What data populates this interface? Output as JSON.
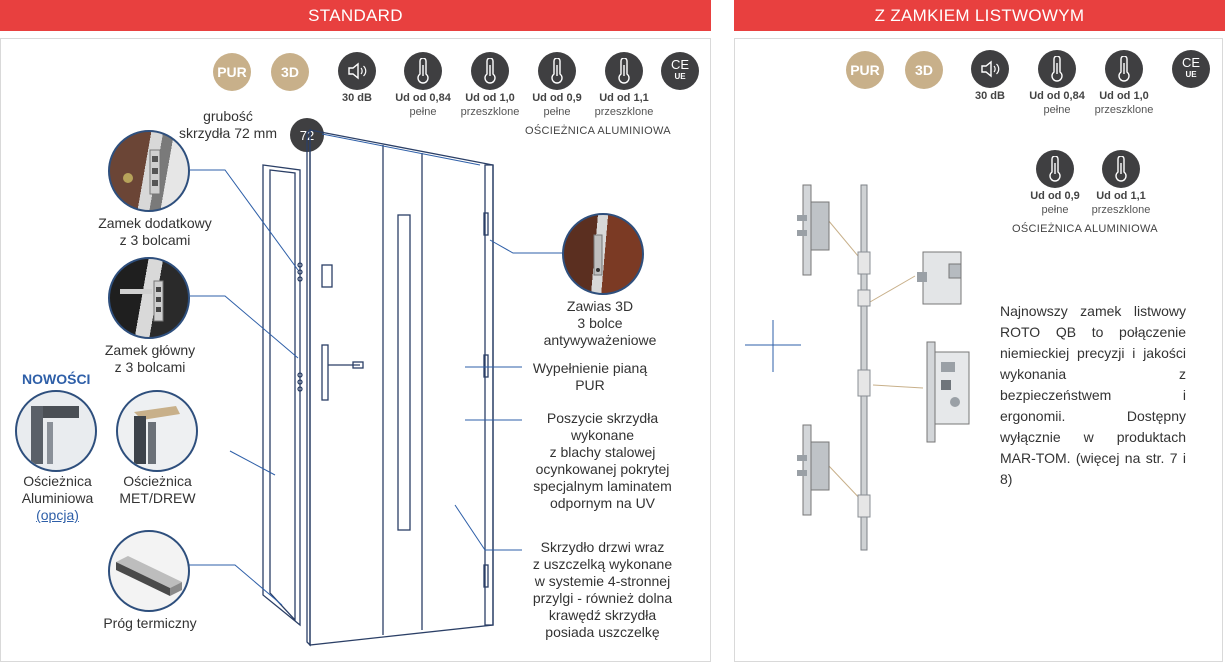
{
  "left": {
    "banner": "STANDARD",
    "badges": [
      "PUR",
      "3D"
    ],
    "specs": [
      {
        "icon": "speaker-icon",
        "value": "30 dB",
        "sub": ""
      },
      {
        "icon": "thermometer-icon",
        "value": "Ud od 0,84",
        "sub": "pełne"
      },
      {
        "icon": "thermometer-icon",
        "value": "Ud od 1,0",
        "sub": "przeszklone"
      },
      {
        "icon": "thermometer-icon",
        "value": "Ud od 0,9",
        "sub": "pełne"
      },
      {
        "icon": "thermometer-icon",
        "value": "Ud od 1,1",
        "sub": "przeszklone"
      }
    ],
    "ce_mark": "CE",
    "ce_sub": "UE",
    "frame_caption": "OŚCIEŻNICA ALUMINIOWA",
    "thickness_label_1": "grubość",
    "thickness_label_2": "skrzydła 72 mm",
    "thickness_value": "72",
    "features": {
      "extra_lock_1": "Zamek dodatkowy",
      "extra_lock_2": "z 3 bolcami",
      "main_lock_1": "Zamek główny",
      "main_lock_2": "z 3 bolcami",
      "news": "NOWOŚCI",
      "alu_frame_1": "Ościeżnica",
      "alu_frame_2": "Aluminiowa",
      "alu_frame_link": "(opcja)",
      "metdrew_1": "Ościeżnica",
      "metdrew_2": "MET/DREW",
      "threshold": "Próg termiczny",
      "hinge_1": "Zawias 3D",
      "hinge_2": "3 bolce",
      "hinge_3": "antywyważeniowe",
      "foam_1": "Wypełnienie pianą",
      "foam_2": "PUR",
      "cover": [
        "Poszycie skrzydła",
        "wykonane",
        "z blachy stalowej",
        "ocynkowanej pokrytej",
        "specjalnym laminatem",
        "odpornym na UV"
      ],
      "leaf": [
        "Skrzydło drzwi wraz",
        "z uszczelką wykonane",
        "w systemie 4-stronnej",
        "przylgi - również dolna",
        "krawędź skrzydła",
        "posiada uszczelkę"
      ]
    }
  },
  "right": {
    "banner": "Z ZAMKIEM LISTWOWYM",
    "badges": [
      "PUR",
      "3D"
    ],
    "specs_row1": [
      {
        "icon": "speaker-icon",
        "value": "30 dB",
        "sub": ""
      },
      {
        "icon": "thermometer-icon",
        "value": "Ud od 0,84",
        "sub": "pełne"
      },
      {
        "icon": "thermometer-icon",
        "value": "Ud od 1,0",
        "sub": "przeszklone"
      }
    ],
    "specs_row2": [
      {
        "icon": "thermometer-icon",
        "value": "Ud od 0,9",
        "sub": "pełne"
      },
      {
        "icon": "thermometer-icon",
        "value": "Ud od 1,1",
        "sub": "przeszklone"
      }
    ],
    "ce_mark": "CE",
    "ce_sub": "UE",
    "frame_caption": "OŚCIEŻNICA ALUMINIOWA",
    "description": "Najnowszy zamek listwowy ROTO QB to połączenie niemieckiej precyzji i jakości wykonania z bezpieczeństwem i ergonomii. Dostępny wyłącznie w produktach MAR-TOM. (więcej na str. 7 i 8)"
  },
  "colors": {
    "banner": "#e8403f",
    "badge": "#c8b08a",
    "icon_bg": "#3f3f41",
    "line": "#2e5fa8",
    "news": "#2e5fa8"
  }
}
